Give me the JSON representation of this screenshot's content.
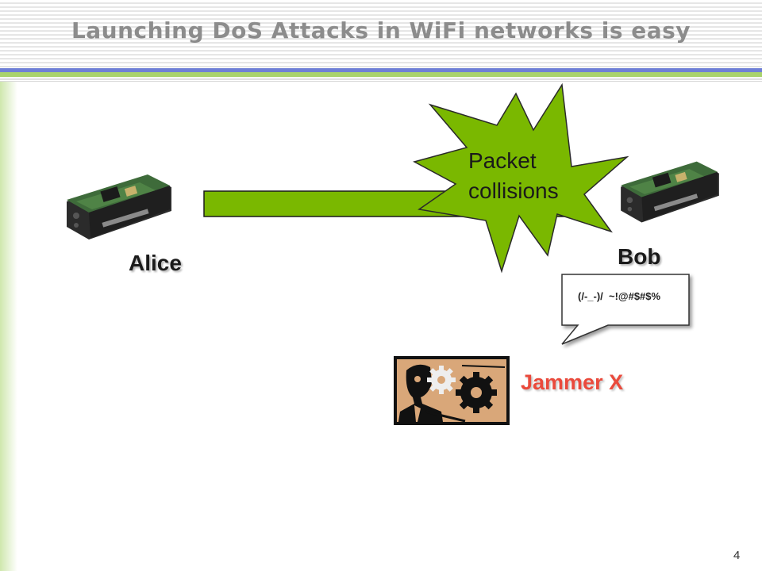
{
  "slide": {
    "title": "Launching DoS Attacks in WiFi networks is easy",
    "page_number": "4"
  },
  "nodes": {
    "alice": "Alice",
    "bob": "Bob",
    "jammer": "Jammer X"
  },
  "burst": {
    "line1": "Packet",
    "line2": "collisions"
  },
  "speech": {
    "text": "(/-_-)/  ~!@#$#$%"
  },
  "colors": {
    "arrow": "#7ab800",
    "burst": "#7ab800",
    "jammer_label": "#ea4a3c"
  }
}
